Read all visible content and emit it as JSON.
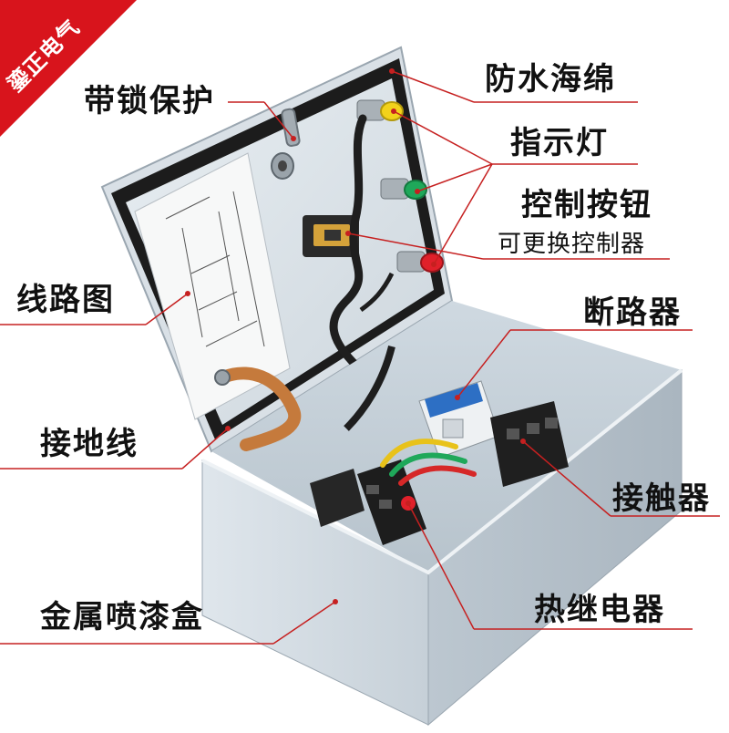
{
  "brand": {
    "text": "鎏正电气",
    "color": "#d8141c"
  },
  "labels": {
    "waterproof_sponge": "防水海绵",
    "lock_protection": "带锁保护",
    "indicator_light": "指示灯",
    "control_button": "控制按钮",
    "replaceable_controller": "可更换控制器",
    "wiring_diagram": "线路图",
    "circuit_breaker": "断路器",
    "ground_wire": "接地线",
    "contactor": "接触器",
    "metal_painted_box": "金属喷漆盒",
    "thermal_relay": "热继电器"
  },
  "colors": {
    "callout_line": "#c62020",
    "box_body": "#d4dde4",
    "lid_panel": "#dfe6ec",
    "sponge": "#1c1c1c",
    "indicator_yellow": "#f2d21b",
    "indicator_green": "#1fa85a",
    "indicator_red": "#e0202a",
    "breaker_blue": "#2d6fc4",
    "copper": "#c57a3c"
  }
}
